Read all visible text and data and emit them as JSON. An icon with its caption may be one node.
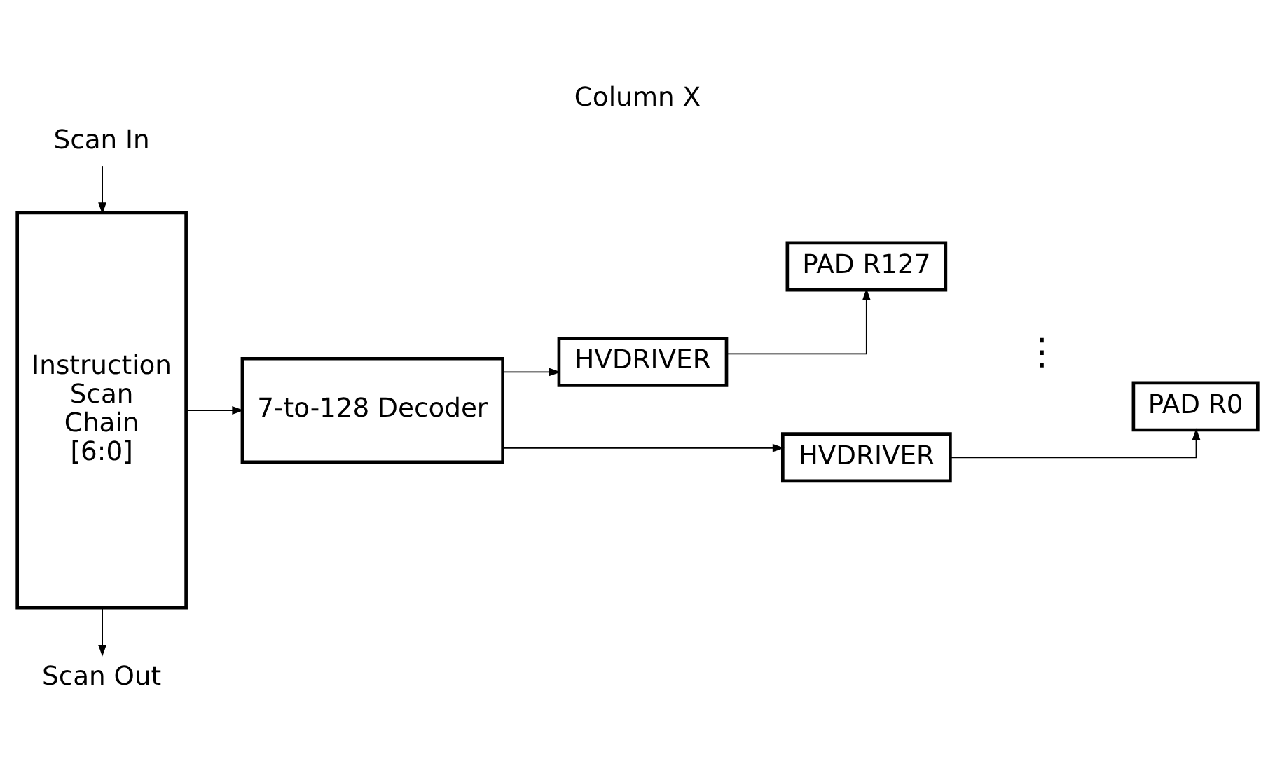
{
  "diagram": {
    "title": "Column X",
    "nodes": [
      {
        "text": [
          "Scan In"
        ]
      },
      {
        "text": [
          "Instruction Scan Chain [6:0]"
        ]
      },
      {
        "text": [
          "Scan Out"
        ]
      },
      {
        "text": [
          "7-to-128 Decoder"
        ]
      },
      {
        "text": [
          "HVDRIVER"
        ]
      },
      {
        "text": [
          "PAD R127"
        ]
      },
      {
        "text": [
          "HVDRIVER"
        ]
      },
      {
        "text": [
          "PAD R0"
        ]
      }
    ],
    "edges": [
      {
        "from": 0,
        "to": 1,
        "arrow": "to"
      },
      {
        "from": 1,
        "to": 2,
        "arrow": "to"
      },
      {
        "from": 1,
        "to": 3,
        "arrow": "to"
      },
      {
        "from": 3,
        "to": 4,
        "arrow": "to"
      },
      {
        "from": 3,
        "to": 6,
        "arrow": "to"
      },
      {
        "from": 4,
        "to": 5,
        "arrow": "to"
      },
      {
        "from": 6,
        "to": 7,
        "arrow": "to"
      }
    ],
    "labels": [
      "⋮"
    ]
  }
}
